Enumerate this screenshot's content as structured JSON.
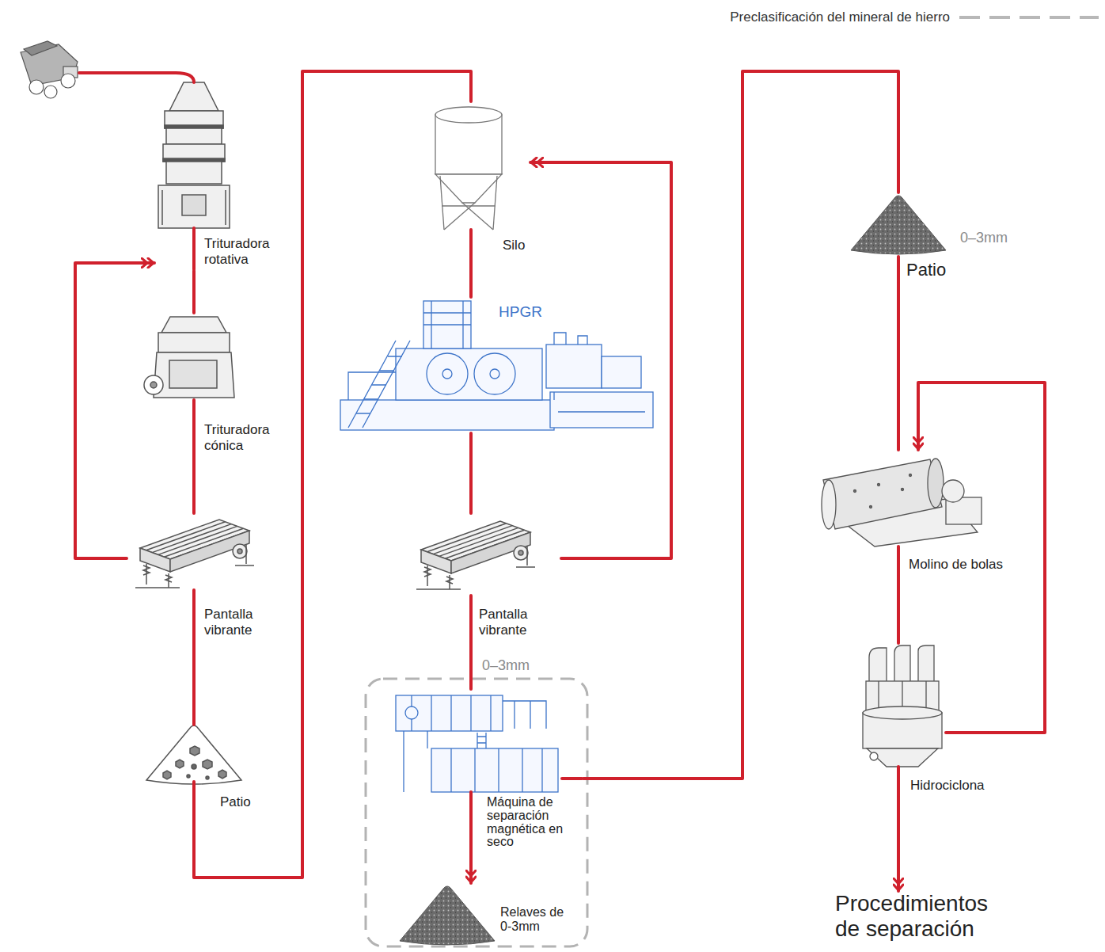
{
  "diagram": {
    "nodes": [
      {
        "text": [
          "Trituradora rotativa"
        ]
      },
      {
        "text": [
          "Trituradora cónica"
        ]
      },
      {
        "text": [
          "Pantalla vibrante"
        ]
      },
      {
        "text": [
          "Patio"
        ]
      },
      {
        "text": [
          "Silo"
        ]
      },
      {
        "text": [
          "HPGR"
        ]
      },
      {
        "text": [
          "Pantalla vibrante"
        ]
      },
      {
        "text": [
          "Máquina de separación magnética en seco"
        ]
      },
      {
        "text": [
          "Relaves de 0-3mm"
        ]
      },
      {
        "text": [
          "Patio"
        ]
      },
      {
        "text": [
          "Molino de bolas"
        ]
      },
      {
        "text": [
          "Hidrociclona"
        ]
      },
      {
        "text": [
          "Procedimientos de separación"
        ]
      }
    ],
    "edges": [
      {
        "from": 0,
        "to": 1,
        "arrow": "none"
      },
      {
        "from": 1,
        "to": 2,
        "arrow": "none"
      },
      {
        "from": 2,
        "to": 0,
        "arrow": "to"
      },
      {
        "from": 2,
        "to": 3,
        "arrow": "none"
      },
      {
        "from": 3,
        "to": 4,
        "arrow": "none"
      },
      {
        "from": 4,
        "to": 5,
        "arrow": "none"
      },
      {
        "from": 5,
        "to": 6,
        "arrow": "none"
      },
      {
        "from": 6,
        "to": 4,
        "arrow": "to"
      },
      {
        "from": 6,
        "to": 7,
        "label": "0–3mm",
        "arrow": "none"
      },
      {
        "from": 7,
        "to": 8,
        "arrow": "to"
      },
      {
        "from": 7,
        "to": 9,
        "arrow": "none"
      },
      {
        "from": 9,
        "to": 10,
        "arrow": "none"
      },
      {
        "from": 10,
        "to": 11,
        "arrow": "none"
      },
      {
        "from": 11,
        "to": 10,
        "arrow": "to"
      },
      {
        "from": 11,
        "to": 12,
        "arrow": "to"
      }
    ],
    "labels": [
      "0–3mm"
    ],
    "legend": [
      {
        "text": "Preclasificación del mineral de hierro"
      }
    ]
  }
}
